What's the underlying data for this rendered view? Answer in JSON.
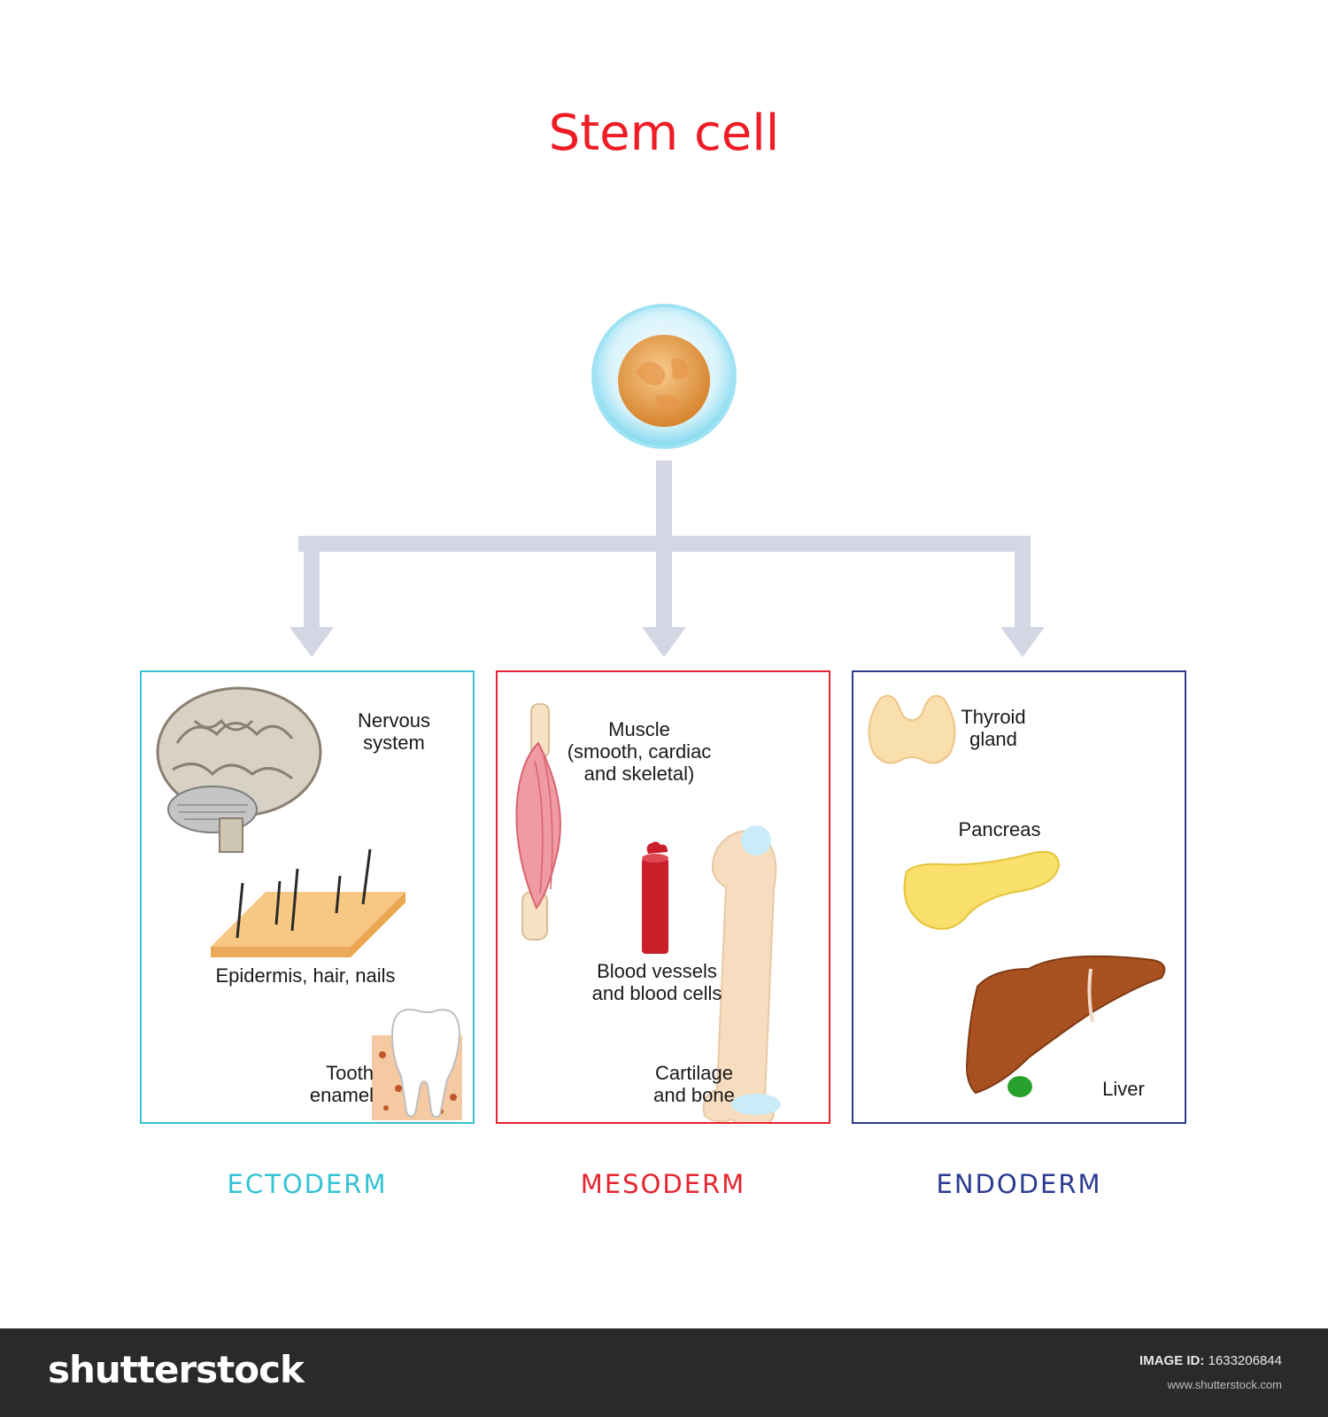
{
  "title": "Stem cell",
  "colors": {
    "title": "#ee1c25",
    "ectoderm": "#35c3d4",
    "mesoderm": "#e5252f",
    "endoderm": "#2b3b8f",
    "arrows": "#d3d6e3"
  },
  "nodes": {
    "root": {
      "name": "stem-cell",
      "icon": "stem-cell-icon"
    },
    "layers": [
      {
        "label": "ECTODERM",
        "items": [
          {
            "label": "Nervous\nsystem",
            "icon": "brain-icon"
          },
          {
            "label": "Epidermis, hair, nails",
            "icon": "skin-hair-icon"
          },
          {
            "label": "Tooth\nenamel",
            "icon": "tooth-icon"
          }
        ]
      },
      {
        "label": "MESODERM",
        "items": [
          {
            "label": "Muscle\n(smooth, cardiac\nand skeletal)",
            "icon": "muscle-icon"
          },
          {
            "label": "Blood vessels\nand blood cells",
            "icon": "blood-vessel-icon"
          },
          {
            "label": "Cartilage\nand bone",
            "icon": "bone-icon"
          }
        ]
      },
      {
        "label": "ENDODERM",
        "items": [
          {
            "label": "Thyroid\ngland",
            "icon": "thyroid-icon"
          },
          {
            "label": "Pancreas",
            "icon": "pancreas-icon"
          },
          {
            "label": "Liver",
            "icon": "liver-icon"
          }
        ]
      }
    ]
  },
  "edges": [
    {
      "from": "stem-cell",
      "to": "ECTODERM"
    },
    {
      "from": "stem-cell",
      "to": "MESODERM"
    },
    {
      "from": "stem-cell",
      "to": "ENDODERM"
    }
  ],
  "footer": {
    "logo": "shutterstock",
    "image_id_label": "IMAGE ID:",
    "image_id": "1633206844",
    "url": "www.shutterstock.com"
  }
}
